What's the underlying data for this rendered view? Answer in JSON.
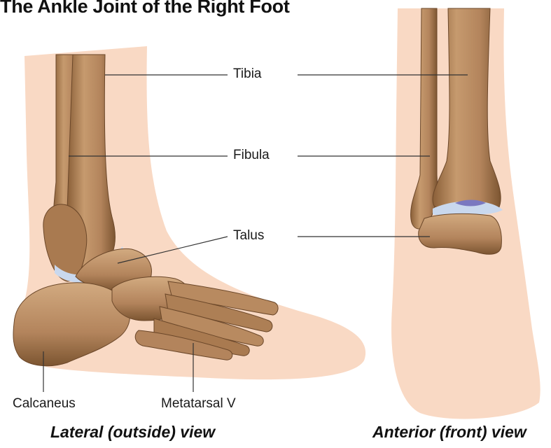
{
  "title": "The Ankle Joint of the Right Foot",
  "labels": {
    "tibia": "Tibia",
    "fibula": "Fibula",
    "talus": "Talus",
    "calcaneus": "Calcaneus",
    "metatarsal_v": "Metatarsal V"
  },
  "captions": {
    "lateral": "Lateral (outside) view",
    "anterior": "Anterior (front) view"
  },
  "colors": {
    "skin": "#f9d9c4",
    "bone": "#b3845c",
    "bone_shadow": "#7c5531",
    "bone_highlight": "#d9b48c",
    "cartilage": "#c9d8ee",
    "leader_line": "#333333"
  }
}
